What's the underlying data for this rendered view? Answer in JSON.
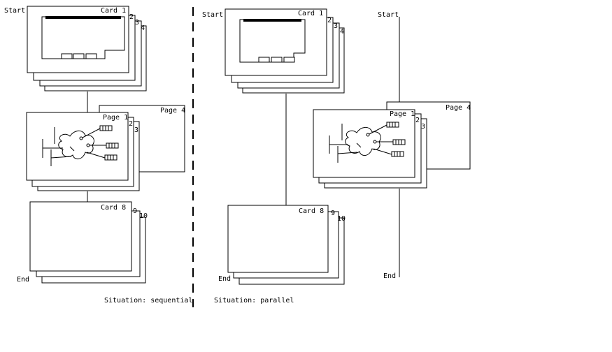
{
  "labels": {
    "start": "Start",
    "end": "End",
    "card1": "Card 1",
    "card8": "Card 8",
    "page1": "Page 1",
    "page4": "Page 4",
    "n2": "2",
    "n3": "3",
    "n4": "4",
    "n9": "9",
    "n10": "10"
  },
  "captions": {
    "sequential": "Situation: sequential",
    "parallel": "Situation: parallel"
  },
  "colors": {
    "ink": "#000000",
    "paper": "#ffffff"
  }
}
